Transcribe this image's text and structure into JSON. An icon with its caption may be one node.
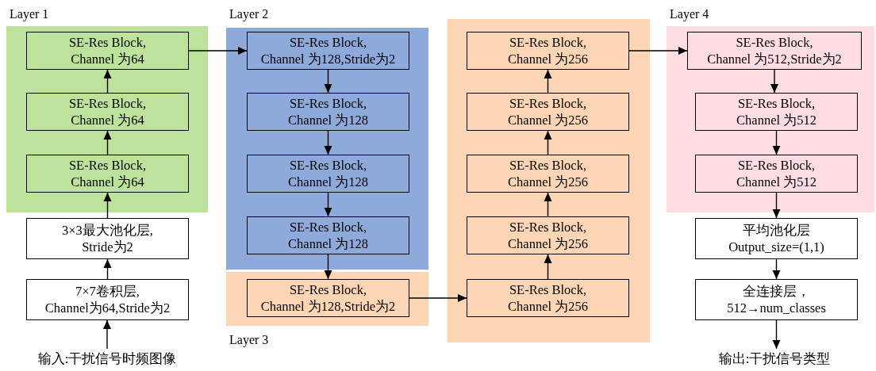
{
  "diagram": {
    "nodes": [
      {
        "text": [
          "Layer 1"
        ]
      },
      {
        "text": [
          "SE-Res Block, Channel 为64"
        ],
        "in": 0
      },
      {
        "text": [
          "SE-Res Block, Channel 为64"
        ],
        "in": 0
      },
      {
        "text": [
          "SE-Res Block, Channel 为64"
        ],
        "in": 0
      },
      {
        "text": [
          "3×3最大池化层, Stride为2"
        ]
      },
      {
        "text": [
          "7×7卷积层, Channel为64,Stride为2"
        ]
      },
      {
        "text": [
          "输入:干扰信号时频图像"
        ]
      },
      {
        "text": [
          "Layer 2"
        ]
      },
      {
        "text": [
          "SE-Res Block, Channel 为128,Stride为2"
        ],
        "in": 7
      },
      {
        "text": [
          "SE-Res Block, Channel 为128"
        ],
        "in": 7
      },
      {
        "text": [
          "SE-Res Block, Channel 为128"
        ],
        "in": 7
      },
      {
        "text": [
          "SE-Res Block, Channel 为128"
        ],
        "in": 7
      },
      {
        "text": [
          "Layer 3"
        ]
      },
      {
        "text": [
          "SE-Res Block, Channel 为128,Stride为2"
        ],
        "in": 12
      },
      {
        "text": [],
        "shape": "box"
      },
      {
        "text": [
          "SE-Res Block, Channel 为256"
        ],
        "in": 14
      },
      {
        "text": [
          "SE-Res Block, Channel 为256"
        ],
        "in": 14
      },
      {
        "text": [
          "SE-Res Block, Channel 为256"
        ],
        "in": 14
      },
      {
        "text": [
          "SE-Res Block, Channel 为256"
        ],
        "in": 14
      },
      {
        "text": [
          "SE-Res Block, Channel 为256"
        ],
        "in": 14
      },
      {
        "text": [
          "Layer 4"
        ]
      },
      {
        "text": [
          "SE-Res Block, Channel 为512,Stride为2"
        ],
        "in": 20
      },
      {
        "text": [
          "SE-Res Block, Channel 为512"
        ],
        "in": 20
      },
      {
        "text": [
          "SE-Res Block, Channel 为512"
        ],
        "in": 20
      },
      {
        "text": [
          "平均池化层 Output_size=(1,1)"
        ]
      },
      {
        "text": [
          "全连接层， 512→num_classes"
        ]
      },
      {
        "text": [
          "输出:干扰信号类型"
        ]
      }
    ],
    "edges": [
      {
        "from": 6,
        "to": 5,
        "arrow": "to"
      },
      {
        "from": 5,
        "to": 4,
        "arrow": "to"
      },
      {
        "from": 4,
        "to": 3,
        "arrow": "to"
      },
      {
        "from": 3,
        "to": 2,
        "arrow": "to"
      },
      {
        "from": 2,
        "to": 1,
        "arrow": "to"
      },
      {
        "from": 1,
        "to": 8,
        "arrow": "to"
      },
      {
        "from": 8,
        "to": 9,
        "arrow": "to"
      },
      {
        "from": 9,
        "to": 10,
        "arrow": "to"
      },
      {
        "from": 10,
        "to": 11,
        "arrow": "to"
      },
      {
        "from": 11,
        "to": 13,
        "arrow": "to"
      },
      {
        "from": 13,
        "to": 19,
        "arrow": "to"
      },
      {
        "from": 19,
        "to": 18,
        "arrow": "to"
      },
      {
        "from": 18,
        "to": 17,
        "arrow": "to"
      },
      {
        "from": 17,
        "to": 16,
        "arrow": "to"
      },
      {
        "from": 16,
        "to": 15,
        "arrow": "to"
      },
      {
        "from": 15,
        "to": 21,
        "arrow": "to"
      },
      {
        "from": 21,
        "to": 22,
        "arrow": "to"
      },
      {
        "from": 22,
        "to": 23,
        "arrow": "to"
      },
      {
        "from": 23,
        "to": 24,
        "arrow": "to"
      },
      {
        "from": 24,
        "to": 25,
        "arrow": "to"
      },
      {
        "from": 25,
        "to": 26,
        "arrow": "to"
      }
    ]
  }
}
